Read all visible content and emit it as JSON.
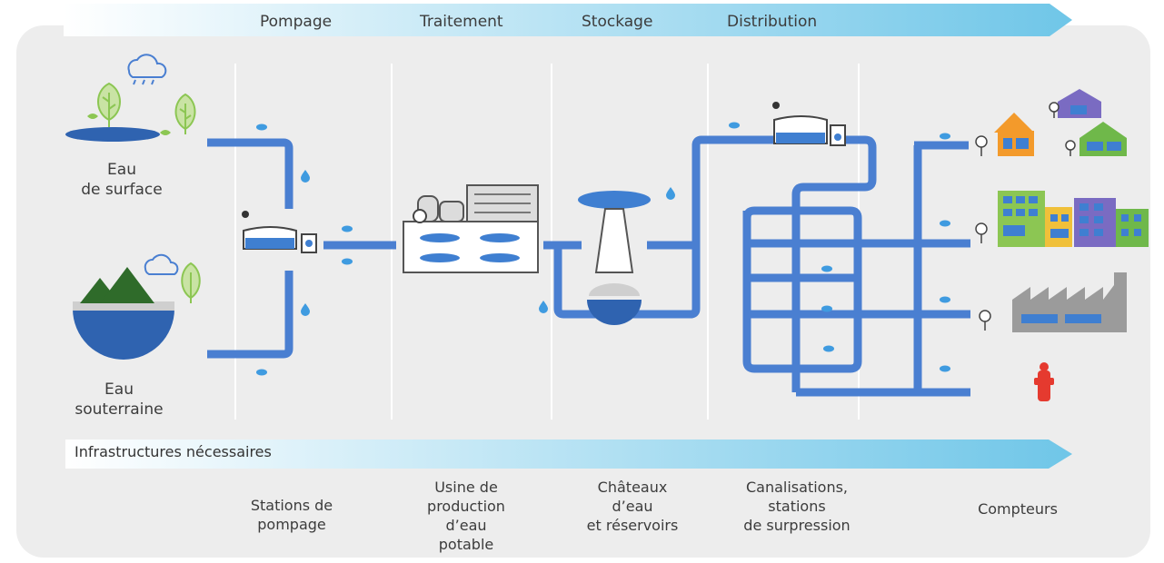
{
  "colors": {
    "pipe": "#4a7fd1",
    "drop": "#3f9be0",
    "panel": "#ededed",
    "band_start": "#ffffff",
    "band_end": "#6fc6e8"
  },
  "stages": [
    "Pompage",
    "Traitement",
    "Stockage",
    "Distribution"
  ],
  "sources": {
    "surface": "Eau\nde surface",
    "ground": "Eau\nsouterraine"
  },
  "infrastructure": {
    "title": "Infrastructures nécessaires",
    "items": [
      "Stations de\npompage",
      "Usine de\nproduction\nd’eau\npotable",
      "Châteaux\nd’eau\net réservoirs",
      "Canalisations,\nstations\nde surpression",
      "Compteurs"
    ]
  },
  "icons": {
    "cloud_rain": "cloud-rain-icon",
    "tree": "tree-icon",
    "mountain": "mountain-icon",
    "water_drop": "water-drop-icon",
    "pump_station": "pump-station-icon",
    "treatment_plant": "treatment-plant-icon",
    "water_tower": "water-tower-icon",
    "reservoir": "reservoir-icon",
    "house": "house-icon",
    "building": "building-icon",
    "factory": "factory-icon",
    "meter": "meter-icon",
    "fire_hydrant": "fire-hydrant-icon"
  }
}
